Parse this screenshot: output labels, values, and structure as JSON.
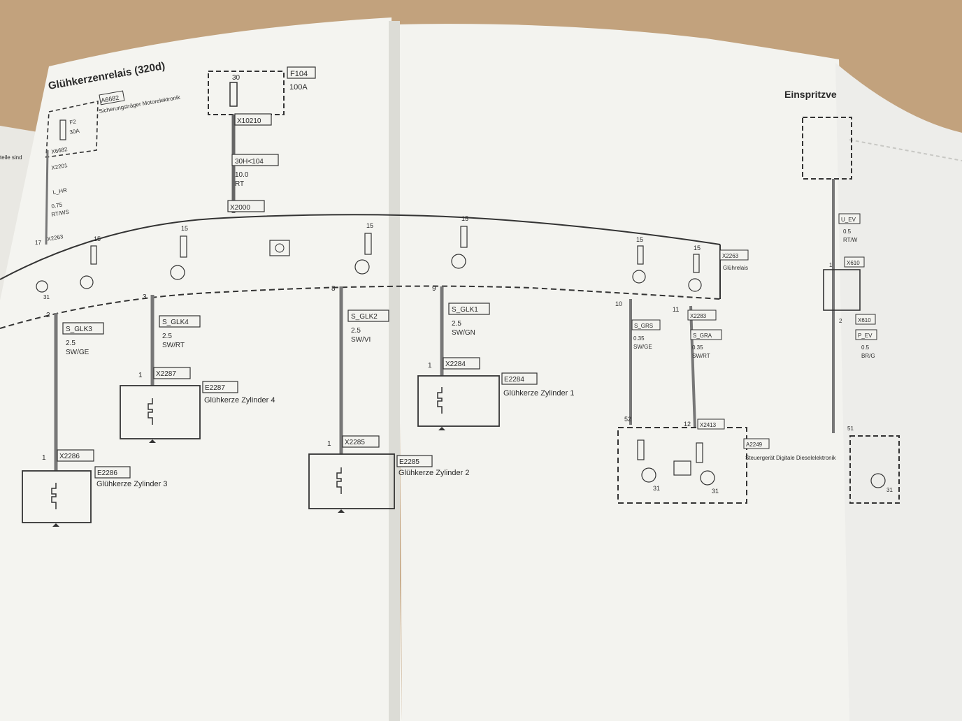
{
  "page_title": "Glühkerzenrelais (320d)",
  "right_page_title": "Einspritzve",
  "fuse_box": {
    "ref": "F104",
    "pin": "30",
    "rating": "100A"
  },
  "fuse_carrier": {
    "ref": "A6682",
    "name": "Sicherungsträger Motorelektronik",
    "fuse": "F2",
    "rating": "30A"
  },
  "left_wires": {
    "connector_a": "X6682",
    "connector_b": "X2201",
    "wire_id": "L_HR",
    "gauge": "0.75",
    "color": "RT/WS",
    "connector_c": "X2263",
    "pin": "17"
  },
  "main_supply": {
    "connector_top": "X10210",
    "wire_id": "30H<104",
    "gauge": "10.0",
    "color": "RT",
    "connector_bottom": "X2000"
  },
  "relay": {
    "ref": "X2263",
    "name": "Glührelais",
    "terminal": "15",
    "ground": "31"
  },
  "plugs": [
    {
      "pin": "2",
      "signal": "S_GLK3",
      "gauge": "2.5",
      "color": "SW/GE",
      "connector": "X2286",
      "connector_pin": "1",
      "ref": "E2286",
      "name": "Glühkerze Zylinder 3"
    },
    {
      "pin": "3",
      "signal": "S_GLK4",
      "gauge": "2.5",
      "color": "SW/RT",
      "connector": "X2287",
      "connector_pin": "1",
      "ref": "E2287",
      "name": "Glühkerze Zylinder 4"
    },
    {
      "pin": "8",
      "signal": "S_GLK2",
      "gauge": "2.5",
      "color": "SW/VI",
      "connector": "X2285",
      "connector_pin": "1",
      "ref": "E2285",
      "name": "Glühkerze Zylinder 2"
    },
    {
      "pin": "9",
      "signal": "S_GLK1",
      "gauge": "2.5",
      "color": "SW/GN",
      "connector": "X2284",
      "connector_pin": "1",
      "ref": "E2284",
      "name": "Glühkerze Zylinder 1"
    }
  ],
  "control_signals": [
    {
      "pin": "10",
      "signal": "S_GRS",
      "gauge": "0.35",
      "color": "SW/GE",
      "ecu_pin": "52"
    },
    {
      "pin": "11",
      "connector": "X2283",
      "signal": "S_GRA",
      "gauge": "0.35",
      "color": "SW/RT",
      "ecu_pin": "12",
      "ecu_connector": "X2413"
    }
  ],
  "ecu": {
    "ref": "A2249",
    "name": "Steuergerät Digitale Dieselelektronik",
    "ground": "31"
  },
  "right_page": {
    "wire_a": "U_EV",
    "gauge_a": "0.5",
    "color_a": "RT/W",
    "connector_a": "X610",
    "pin_a": "1",
    "pin_b": "2",
    "connector_b": "X610",
    "wire_b": "P_EV",
    "gauge_b": "0.5",
    "color_b": "BR/G",
    "pin_c": "51",
    "ground": "31"
  },
  "left_edge_text": "teile sind"
}
